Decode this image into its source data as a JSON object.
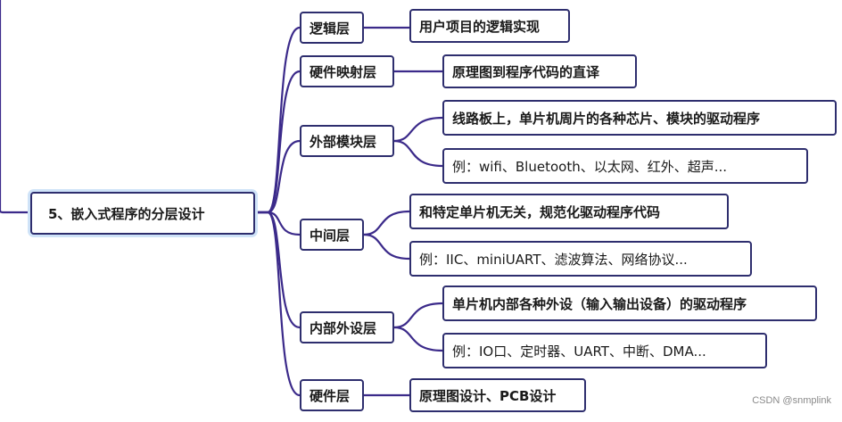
{
  "root": {
    "label": "5、嵌入式程序的分层设计"
  },
  "layers": [
    {
      "label": "逻辑层",
      "details": [
        "用户项目的逻辑实现"
      ]
    },
    {
      "label": "硬件映射层",
      "details": [
        "原理图到程序代码的直译"
      ]
    },
    {
      "label": "外部模块层",
      "details": [
        "线路板上，单片机周片的各种芯片、模块的驱动程序",
        "例：wifi、Bluetooth、以太网、红外、超声..."
      ]
    },
    {
      "label": "中间层",
      "details": [
        "和特定单片机无关，规范化驱动程序代码",
        "例：IIC、miniUART、滤波算法、网络协议..."
      ]
    },
    {
      "label": "内部外设层",
      "details": [
        "单片机内部各种外设（输入输出设备）的驱动程序",
        "例：IO口、定时器、UART、中断、DMA..."
      ]
    },
    {
      "label": "硬件层",
      "details": [
        "原理图设计、PCB设计"
      ]
    }
  ],
  "watermark": "CSDN @snmplink",
  "colors": {
    "line": "#3b2a8a",
    "border": "#2e2e6e",
    "root_glow": "#cfe3f8"
  }
}
